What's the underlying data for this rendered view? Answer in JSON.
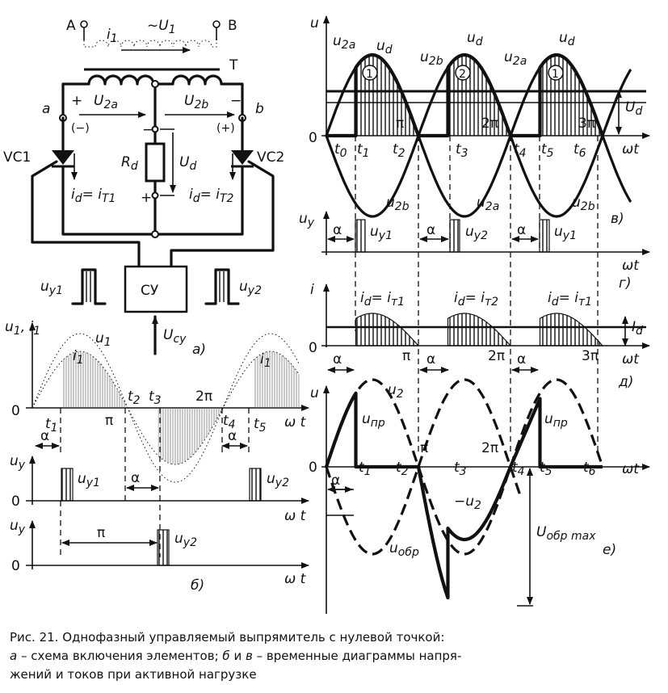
{
  "circuit": {
    "node_A": "A",
    "node_B": "B",
    "source": "~U",
    "source_sub": "1",
    "primary_current": "i",
    "primary_current_sub": "1",
    "transformer": "T",
    "node_a": "a",
    "node_b": "b",
    "u2a": "U",
    "u2a_sub": "2a",
    "u2b": "U",
    "u2b_sub": "2b",
    "plus": "+",
    "minus": "−",
    "plus_paren": "(+)",
    "minus_paren": "(−)",
    "vc1": "VC1",
    "vc2": "VC2",
    "rd": "R",
    "rd_sub": "d",
    "ud": "U",
    "ud_sub": "d",
    "id_t1": "i",
    "id_t1_sub": "d",
    "id_t1_eq": "= i",
    "id_t1_eq_sub": "T1",
    "id_t2": "i",
    "id_t2_sub": "d",
    "id_t2_eq": "= i",
    "id_t2_eq_sub": "T2",
    "su": "СУ",
    "usu": "U",
    "usu_sub": "су",
    "uy1": "u",
    "uy1_sub": "y1",
    "uy2": "u",
    "uy2_sub": "y2",
    "panel_label": "а)"
  },
  "panel_b": {
    "y_label": "u",
    "y_label_sub": "1",
    "y_label2": ", i",
    "y_label2_sub": "1",
    "u1": "u",
    "u1_sub": "1",
    "i1": "i",
    "i1_sub": "1",
    "zero": "0",
    "t1": "t",
    "t1_sub": "1",
    "t2": "t",
    "t2_sub": "2",
    "t3": "t",
    "t3_sub": "3",
    "t4": "t",
    "t4_sub": "4",
    "t5": "t",
    "t5_sub": "5",
    "pi": "π",
    "two_pi": "2π",
    "alpha": "α",
    "wt": "ω t",
    "uy": "u",
    "uy_sub": "y",
    "uy1": "u",
    "uy1_sub": "y1",
    "uy2": "u",
    "uy2_sub": "y2",
    "panel_label": "б)"
  },
  "panel_v": {
    "y_label": "u",
    "u2a": "u",
    "u2a_sub": "2a",
    "u2b": "u",
    "u2b_sub": "2b",
    "ud": "u",
    "ud_sub": "d",
    "Ud": "U",
    "Ud_sub": "d",
    "n1": "1",
    "n2": "2",
    "zero": "0",
    "t0": "t",
    "t0_sub": "0",
    "t1": "t",
    "t1_sub": "1",
    "t2": "t",
    "t2_sub": "2",
    "t3": "t",
    "t3_sub": "3",
    "t4": "t",
    "t4_sub": "4",
    "t5": "t",
    "t5_sub": "5",
    "t6": "t",
    "t6_sub": "6",
    "pi": "π",
    "two_pi": "2π",
    "three_pi": "3π",
    "wt": "ωt",
    "panel_label": "в)"
  },
  "panel_g": {
    "y_label": "u",
    "y_label_sub": "y",
    "alpha": "α",
    "uy1": "u",
    "uy1_sub": "y1",
    "uy2": "u",
    "uy2_sub": "y2",
    "wt": "ωt",
    "panel_label": "г)"
  },
  "panel_d": {
    "y_label": "i",
    "zero": "0",
    "alpha": "α",
    "id_eq": "i",
    "id_eq_sub": "d",
    "eq": "= i",
    "t1_sub": "т1",
    "t2_sub": "т2",
    "Id": "I",
    "Id_sub": "d",
    "pi": "π",
    "two_pi": "2π",
    "three_pi": "3π",
    "wt": "ωt",
    "panel_label": "д)"
  },
  "panel_e": {
    "y_label": "u",
    "u2": "u",
    "u2_sub": "2",
    "minus_u2": "−u",
    "minus_u2_sub": "2",
    "upr": "u",
    "upr_sub": "пр",
    "uobr": "u",
    "uobr_sub": "обр",
    "uobr_max": "U",
    "uobr_max_sub": "обр max",
    "zero": "0",
    "alpha": "α",
    "t1": "t",
    "t1_sub": "1",
    "t2": "t",
    "t2_sub": "2",
    "t3": "t",
    "t3_sub": "3",
    "t4": "t",
    "t4_sub": "4",
    "t5": "t",
    "t5_sub": "5",
    "t6": "t",
    "t6_sub": "6",
    "pi": "π",
    "two_pi": "2π",
    "wt": "ωt",
    "panel_label": "е)"
  },
  "caption": {
    "line1": "Рис.   21. Однофазный управляемый выпрямитель с нулевой точкой:",
    "line2_a": "а",
    "line2_b": " – схема включения элементов;  ",
    "line2_c": "б",
    "line2_d": " и ",
    "line2_e": "в",
    "line2_f": " – временные диаграммы напря-",
    "line3": "жений и токов при активной нагрузке"
  }
}
